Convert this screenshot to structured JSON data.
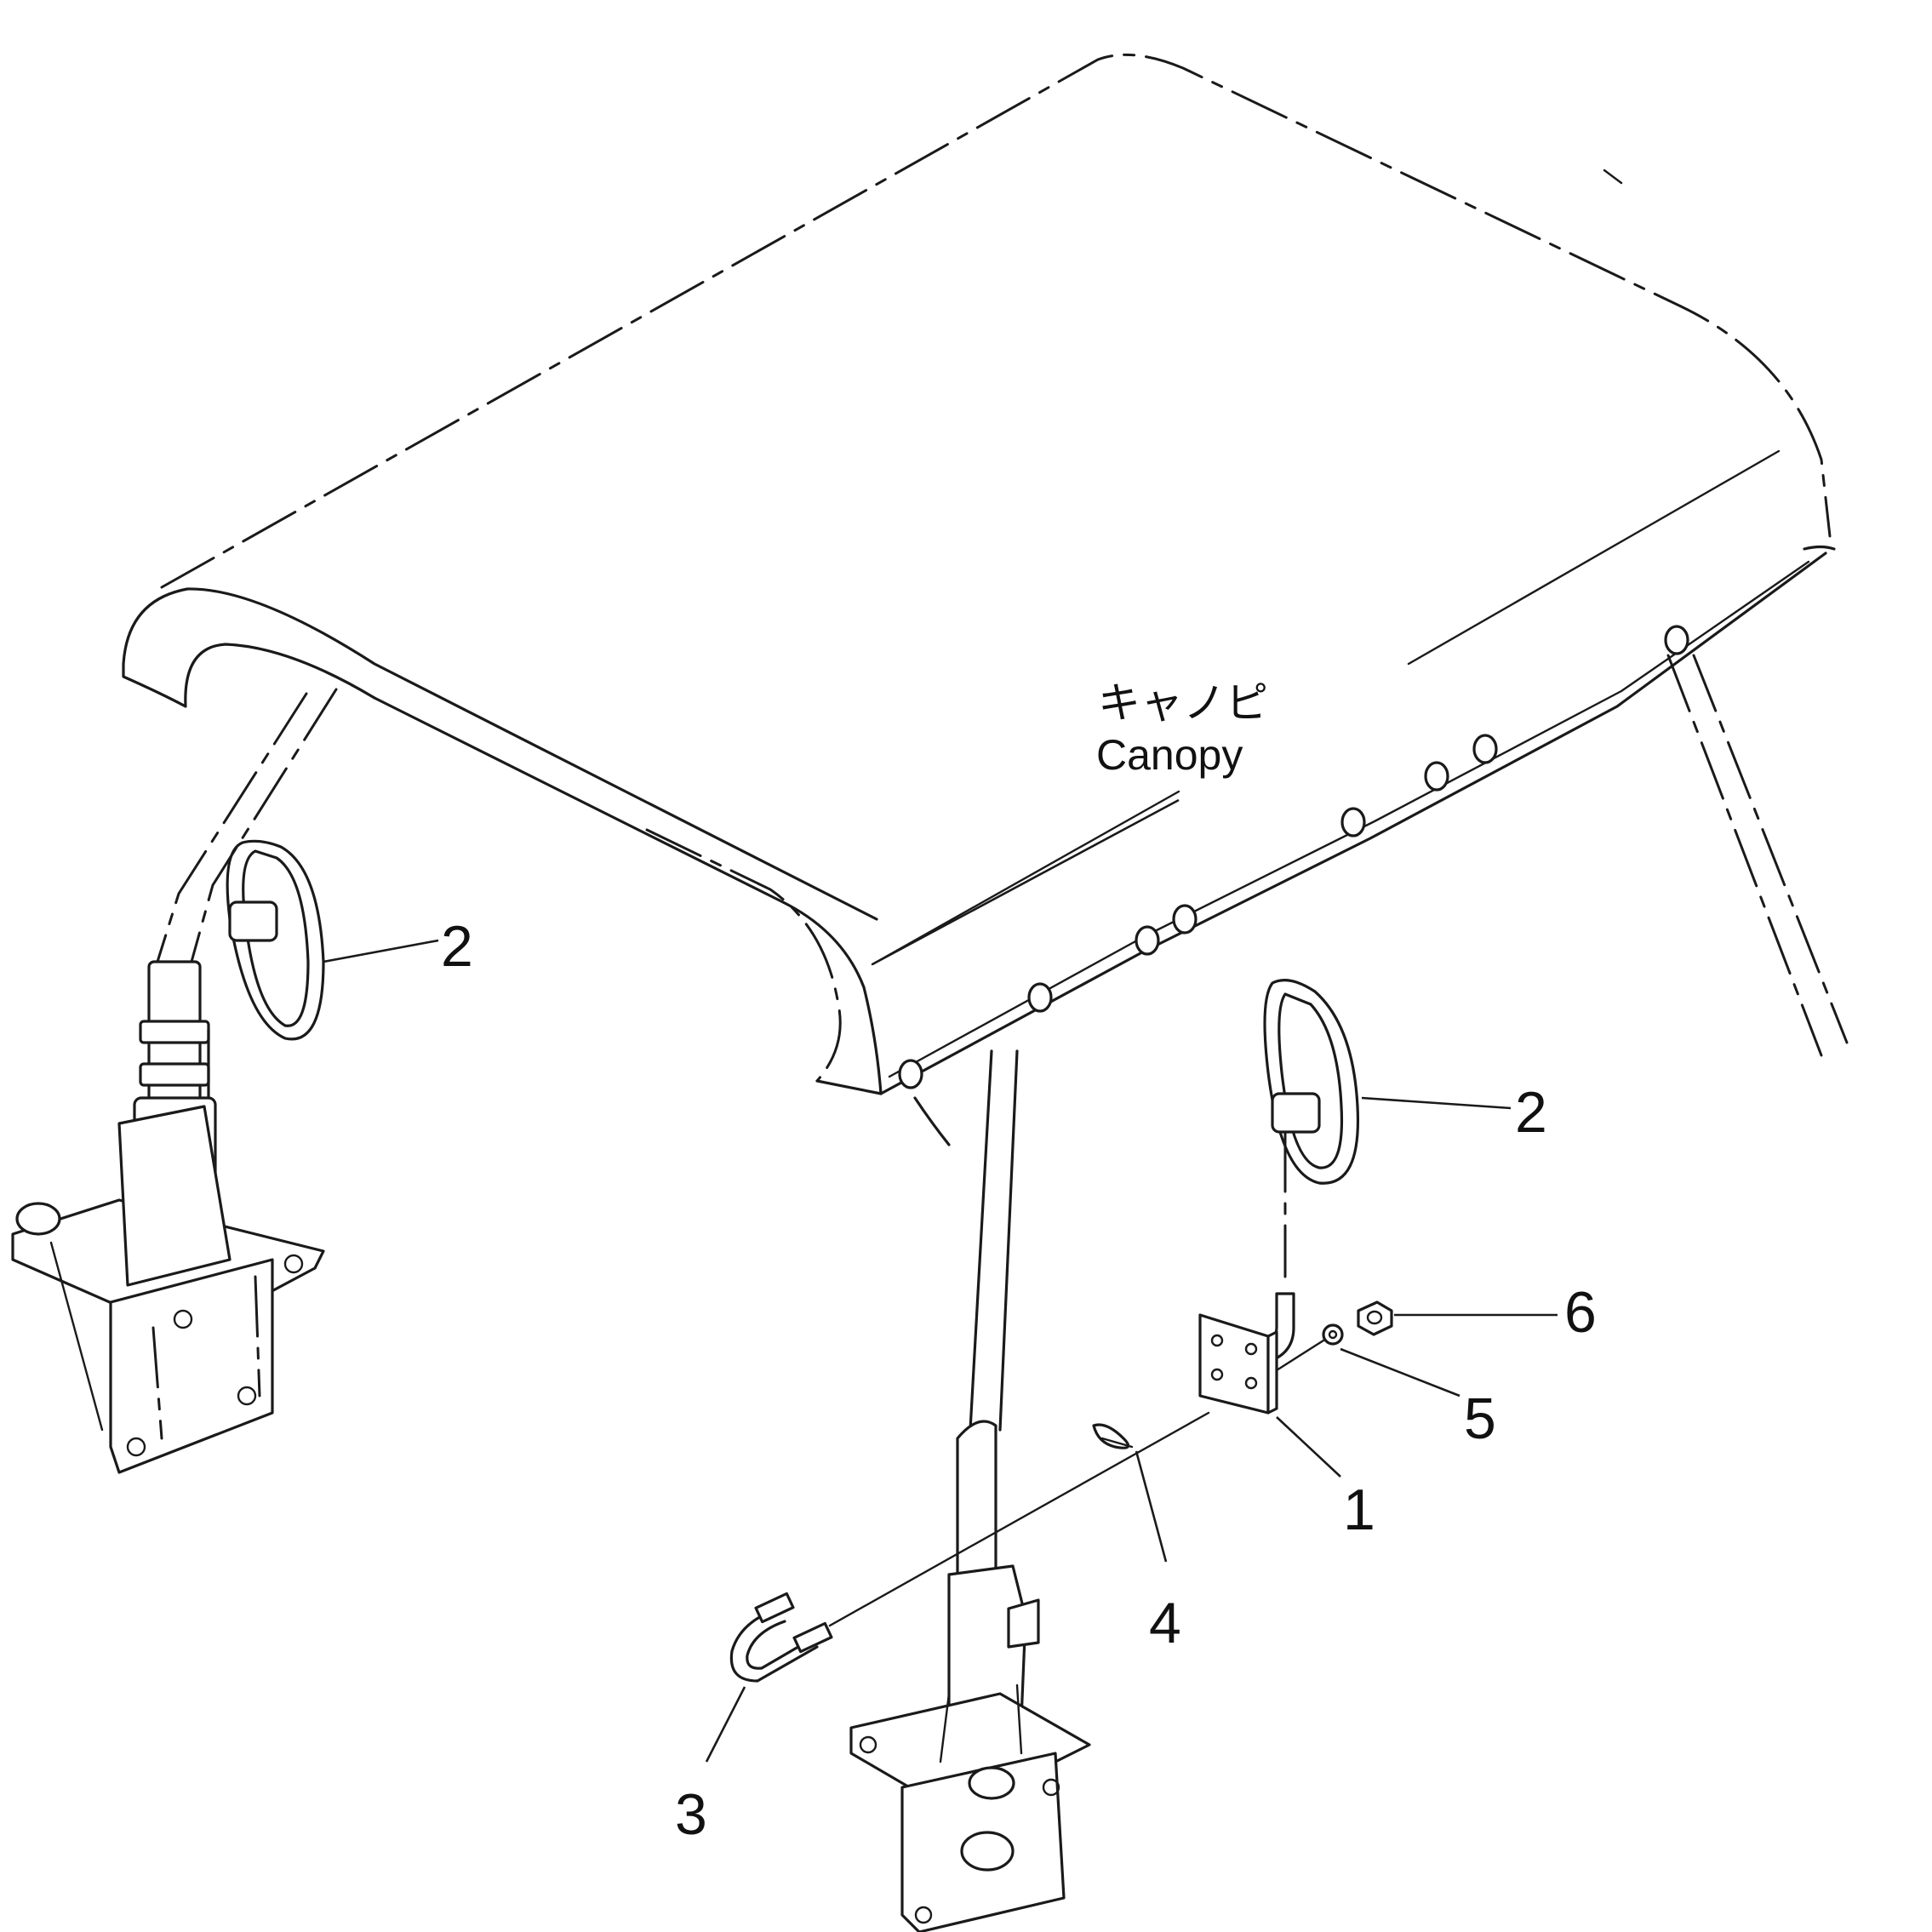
{
  "diagram": {
    "canopy_label_jp": "キャノピ",
    "canopy_label_en": "Canopy",
    "callouts": [
      {
        "id": "mirror-left",
        "text": "2"
      },
      {
        "id": "mirror-right",
        "text": "2"
      },
      {
        "id": "bracket",
        "text": "1"
      },
      {
        "id": "pin",
        "text": "4"
      },
      {
        "id": "washer",
        "text": "5"
      },
      {
        "id": "nut",
        "text": "6"
      },
      {
        "id": "u-bolt",
        "text": "3"
      }
    ]
  }
}
